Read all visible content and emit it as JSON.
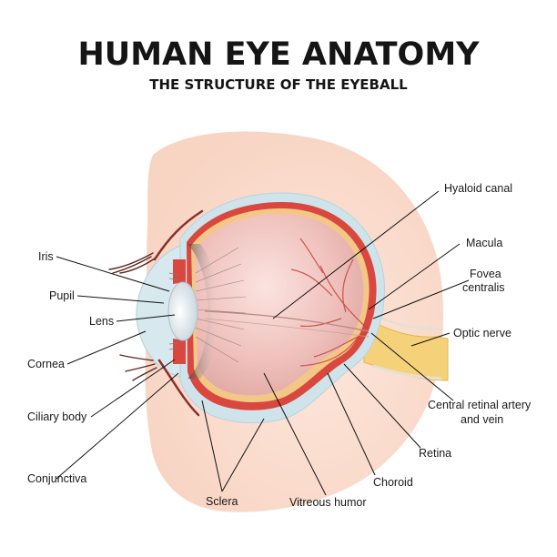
{
  "title": "HUMAN EYE ANATOMY",
  "subtitle": "THE STRUCTURE OF THE EYEBALL",
  "labels": {
    "iris": "Iris",
    "pupil": "Pupil",
    "lens": "Lens",
    "cornea": "Cornea",
    "ciliary_body": "Ciliary body",
    "conjunctiva": "Conjunctiva",
    "sclera": "Sclera",
    "vitreous_humor": "Vitreous humor",
    "choroid": "Choroid",
    "retina": "Retina",
    "central_artery_1": "Central retinal artery",
    "central_artery_2": "and vein",
    "optic_nerve": "Optic nerve",
    "fovea_1": "Fovea",
    "fovea_2": "centralis",
    "macula": "Macula",
    "hyaloid_canal": "Hyaloid canal"
  },
  "colors": {
    "socket": "#fbe0d2",
    "sclera": "#cfe3ea",
    "choroid": "#d9473e",
    "retina": "#f3c886",
    "vitreous": "#f0c4c0",
    "optic_nerve": "#f5d27a",
    "vessel": "#c8403a"
  }
}
